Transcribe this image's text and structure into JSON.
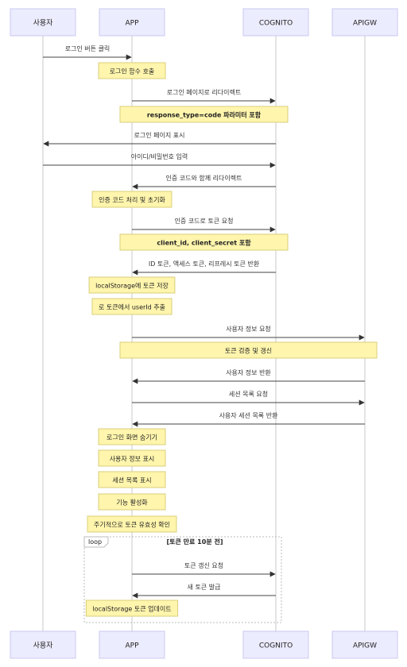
{
  "participants": [
    {
      "id": "user",
      "label": "사용자"
    },
    {
      "id": "app",
      "label": "APP"
    },
    {
      "id": "cognito",
      "label": "COGNITO"
    },
    {
      "id": "apigw",
      "label": "APIGW"
    }
  ],
  "steps": [
    {
      "kind": "msg",
      "from": "user",
      "to": "app",
      "text": "로그인 버튼 클릭"
    },
    {
      "kind": "note",
      "over": [
        "app"
      ],
      "text": "로그인 함수 호출"
    },
    {
      "kind": "msg",
      "from": "app",
      "to": "cognito",
      "text": "로그인 페이지로 리다이렉트"
    },
    {
      "kind": "note",
      "over": [
        "app",
        "cognito"
      ],
      "text": "response_type=code 파라미터 포함",
      "bold": true
    },
    {
      "kind": "msg",
      "from": "cognito",
      "to": "user",
      "text": "로그인 페이지 표시"
    },
    {
      "kind": "msg",
      "from": "user",
      "to": "cognito",
      "text": "아이디/비밀번호 입력"
    },
    {
      "kind": "msg",
      "from": "cognito",
      "to": "app",
      "text": "인증 코드와 함께 리다이렉트"
    },
    {
      "kind": "note",
      "over": [
        "app"
      ],
      "text": "인증 코드 처리 및 초기화"
    },
    {
      "kind": "msg",
      "from": "app",
      "to": "cognito",
      "text": "인증 코드로 토큰 요청"
    },
    {
      "kind": "note",
      "over": [
        "app",
        "cognito"
      ],
      "text": "client_id, client_secret 포함",
      "bold": true
    },
    {
      "kind": "msg",
      "from": "cognito",
      "to": "app",
      "text": "ID 토큰, 액세스 토큰, 리프레시 토큰 반환"
    },
    {
      "kind": "note",
      "over": [
        "app"
      ],
      "text": "localStorage에 토큰 저장"
    },
    {
      "kind": "note",
      "over": [
        "app"
      ],
      "text": "로 토큰에서 userId 추출"
    },
    {
      "kind": "msg",
      "from": "app",
      "to": "apigw",
      "text": "사용자 정보 요청"
    },
    {
      "kind": "note",
      "over": [
        "app",
        "apigw"
      ],
      "text": "토큰 검증 및 갱신"
    },
    {
      "kind": "msg",
      "from": "apigw",
      "to": "app",
      "text": "사용자 정보 반환"
    },
    {
      "kind": "msg",
      "from": "app",
      "to": "apigw",
      "text": "세션 목록 요청"
    },
    {
      "kind": "msg",
      "from": "apigw",
      "to": "app",
      "text": "사용자 세션 목록 반환"
    },
    {
      "kind": "note",
      "over": [
        "app"
      ],
      "text": "로그인 화면 숨기기"
    },
    {
      "kind": "note",
      "over": [
        "app"
      ],
      "text": "사용자 정보 표시"
    },
    {
      "kind": "note",
      "over": [
        "app"
      ],
      "text": "세션 목록 표시"
    },
    {
      "kind": "note",
      "over": [
        "app"
      ],
      "text": "기능 활성화"
    },
    {
      "kind": "note",
      "over": [
        "app"
      ],
      "text": "주기적으로 토큰 유효성 확인"
    },
    {
      "kind": "loop_start",
      "label": "loop",
      "condition": "[토큰 만료 10분 전]"
    },
    {
      "kind": "msg",
      "from": "app",
      "to": "cognito",
      "text": "토큰 갱신 요청"
    },
    {
      "kind": "msg",
      "from": "cognito",
      "to": "app",
      "text": "새 토큰 발급"
    },
    {
      "kind": "note",
      "over": [
        "app"
      ],
      "text": "localStorage 토큰 업데이트"
    },
    {
      "kind": "loop_end"
    }
  ]
}
